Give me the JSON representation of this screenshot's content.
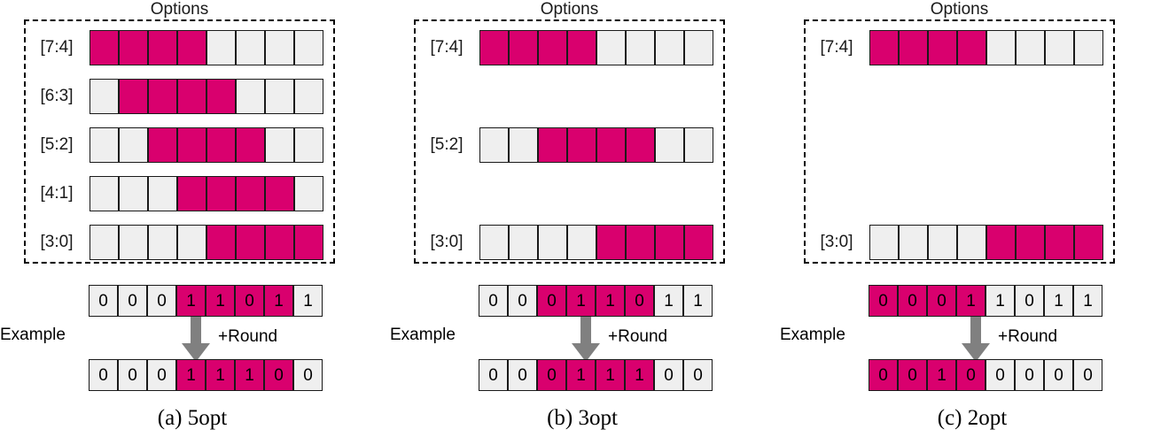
{
  "figure": {
    "options_title": "Options",
    "example_label": "Example",
    "round_label": "+Round",
    "colors": {
      "highlight": "#d9006e",
      "cell": "#efefef",
      "border": "#1a1a1a",
      "arrow": "#808080"
    }
  },
  "panels": [
    {
      "caption": "(a) 5opt",
      "options_title": "Options",
      "example_label": "Example",
      "round_label": "+Round",
      "num_slots": 5,
      "options": [
        {
          "label": "[7:4]",
          "slot": 0,
          "cells": [
            1,
            1,
            1,
            1,
            0,
            0,
            0,
            0
          ]
        },
        {
          "label": "[6:3]",
          "slot": 1,
          "cells": [
            0,
            1,
            1,
            1,
            1,
            0,
            0,
            0
          ]
        },
        {
          "label": "[5:2]",
          "slot": 2,
          "cells": [
            0,
            0,
            1,
            1,
            1,
            1,
            0,
            0
          ]
        },
        {
          "label": "[4:1]",
          "slot": 3,
          "cells": [
            0,
            0,
            0,
            1,
            1,
            1,
            1,
            0
          ]
        },
        {
          "label": "[3:0]",
          "slot": 4,
          "cells": [
            0,
            0,
            0,
            0,
            1,
            1,
            1,
            1
          ]
        }
      ],
      "example": {
        "before": {
          "bits": [
            "0",
            "0",
            "0",
            "1",
            "1",
            "0",
            "1",
            "1"
          ],
          "highlight": [
            0,
            0,
            0,
            1,
            1,
            1,
            1,
            0
          ]
        },
        "after": {
          "bits": [
            "0",
            "0",
            "0",
            "1",
            "1",
            "1",
            "0",
            "0"
          ],
          "highlight": [
            0,
            0,
            0,
            1,
            1,
            1,
            1,
            0
          ]
        }
      }
    },
    {
      "caption": "(b) 3opt",
      "options_title": "Options",
      "example_label": "Example",
      "round_label": "+Round",
      "num_slots": 5,
      "options": [
        {
          "label": "[7:4]",
          "slot": 0,
          "cells": [
            1,
            1,
            1,
            1,
            0,
            0,
            0,
            0
          ]
        },
        {
          "label": "[5:2]",
          "slot": 2,
          "cells": [
            0,
            0,
            1,
            1,
            1,
            1,
            0,
            0
          ]
        },
        {
          "label": "[3:0]",
          "slot": 4,
          "cells": [
            0,
            0,
            0,
            0,
            1,
            1,
            1,
            1
          ]
        }
      ],
      "example": {
        "before": {
          "bits": [
            "0",
            "0",
            "0",
            "1",
            "1",
            "0",
            "1",
            "1"
          ],
          "highlight": [
            0,
            0,
            1,
            1,
            1,
            1,
            0,
            0
          ]
        },
        "after": {
          "bits": [
            "0",
            "0",
            "0",
            "1",
            "1",
            "1",
            "0",
            "0"
          ],
          "highlight": [
            0,
            0,
            1,
            1,
            1,
            1,
            0,
            0
          ]
        }
      }
    },
    {
      "caption": "(c) 2opt",
      "options_title": "Options",
      "example_label": "Example",
      "round_label": "+Round",
      "num_slots": 5,
      "options": [
        {
          "label": "[7:4]",
          "slot": 0,
          "cells": [
            1,
            1,
            1,
            1,
            0,
            0,
            0,
            0
          ]
        },
        {
          "label": "[3:0]",
          "slot": 4,
          "cells": [
            0,
            0,
            0,
            0,
            1,
            1,
            1,
            1
          ]
        }
      ],
      "example": {
        "before": {
          "bits": [
            "0",
            "0",
            "0",
            "1",
            "1",
            "0",
            "1",
            "1"
          ],
          "highlight": [
            1,
            1,
            1,
            1,
            0,
            0,
            0,
            0
          ]
        },
        "after": {
          "bits": [
            "0",
            "0",
            "1",
            "0",
            "0",
            "0",
            "0",
            "0"
          ],
          "highlight": [
            1,
            1,
            1,
            1,
            0,
            0,
            0,
            0
          ]
        }
      }
    }
  ]
}
